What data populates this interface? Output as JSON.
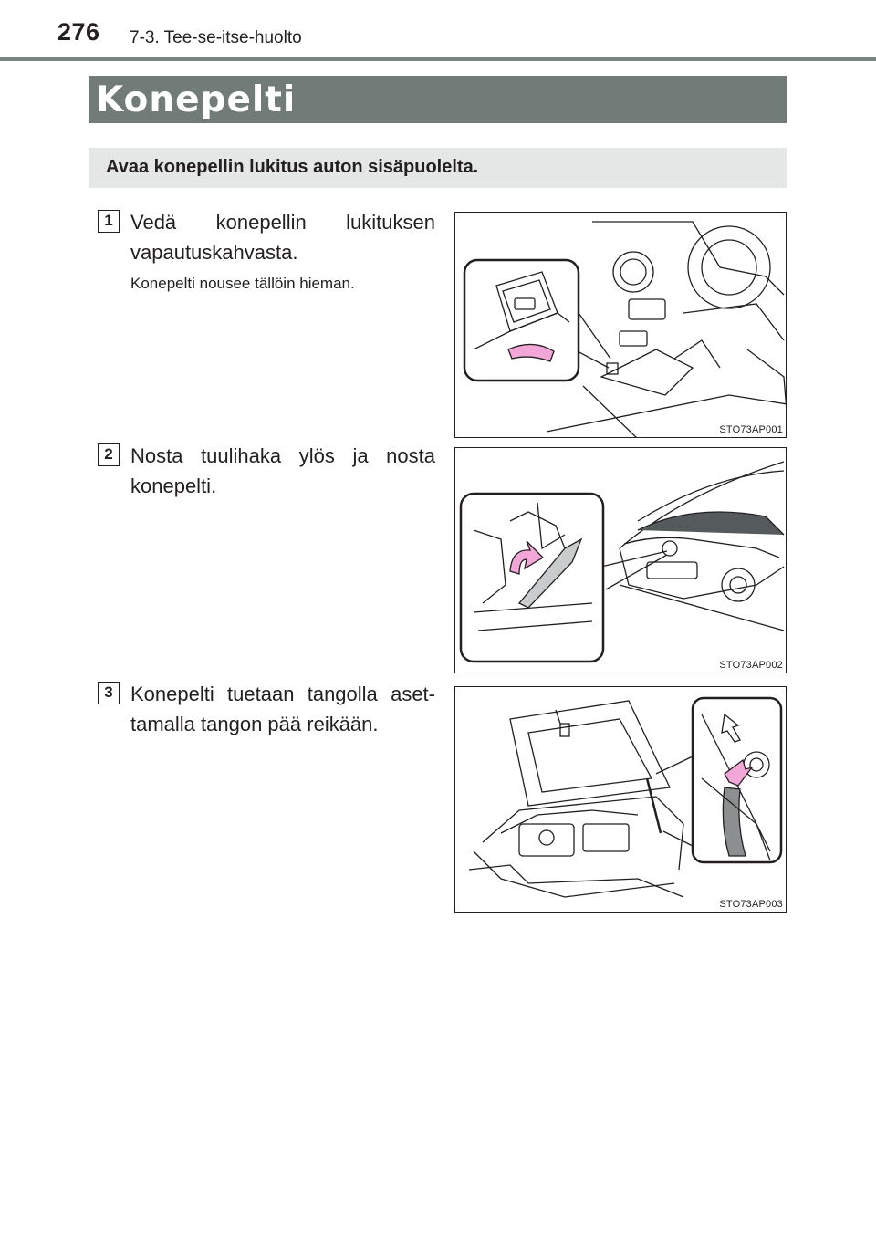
{
  "header": {
    "page_number": "276",
    "section": "7-3. Tee-se-itse-huolto"
  },
  "title": "Konepelti",
  "subtitle": "Avaa konepellin lukitus auton sisäpuolelta.",
  "steps": [
    {
      "number": "1",
      "text": "Vedä konepellin lukituksen vapautuskahvasta.",
      "note": "Konepelti nousee tällöin hieman.",
      "figure_code": "STO73AP001"
    },
    {
      "number": "2",
      "text": "Nosta tuulihaka ylös ja nosta konepelti.",
      "figure_code": "STO73AP002"
    },
    {
      "number": "3",
      "text": "Konepelti tuetaan tangolla aset­tamalla tangon pää reikään.",
      "figure_code": "STO73AP003"
    }
  ],
  "colors": {
    "header_rule": "#7a8380",
    "title_bar": "#717b78",
    "subtitle_bar": "#e5e7e6",
    "arrow": "#f2a7d8"
  }
}
